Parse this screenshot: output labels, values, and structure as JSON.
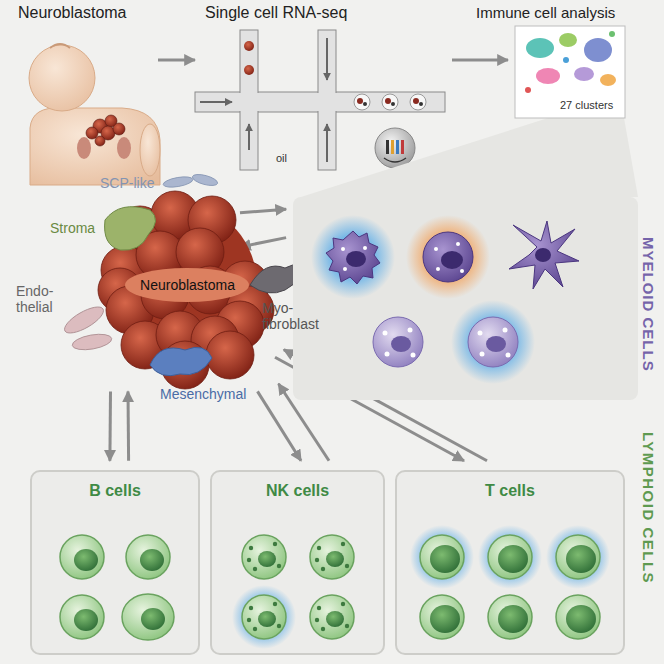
{
  "diagram": {
    "nodes": [
      {
        "text": [
          "Neuroblastoma"
        ]
      },
      {
        "text": [
          "MYELOID CELLS"
        ]
      },
      {
        "text": [
          "B cells"
        ]
      },
      {
        "text": [
          "NK cells"
        ]
      },
      {
        "text": [
          "T cells"
        ]
      }
    ],
    "edges": [
      {
        "from": 0,
        "to": 1,
        "arrow": "to"
      },
      {
        "from": 1,
        "to": 0,
        "arrow": "to"
      },
      {
        "from": 0,
        "to": 2,
        "arrow": "to"
      },
      {
        "from": 2,
        "to": 0,
        "arrow": "to"
      },
      {
        "from": 0,
        "to": 3,
        "arrow": "to"
      },
      {
        "from": 3,
        "to": 0,
        "arrow": "to"
      },
      {
        "from": 0,
        "to": 4,
        "arrow": "to"
      },
      {
        "from": 4,
        "to": 0,
        "arrow": "to"
      }
    ],
    "labels": [
      "Neuroblastoma",
      "Single cell RNA-seq",
      "Immune cell analysis",
      "oil",
      "27 clusters",
      "SCP-like",
      "Stroma",
      "Endo- thelial",
      "Myo- fibroblast",
      "Mesenchymal",
      "LYMPHOID CELLS"
    ]
  }
}
